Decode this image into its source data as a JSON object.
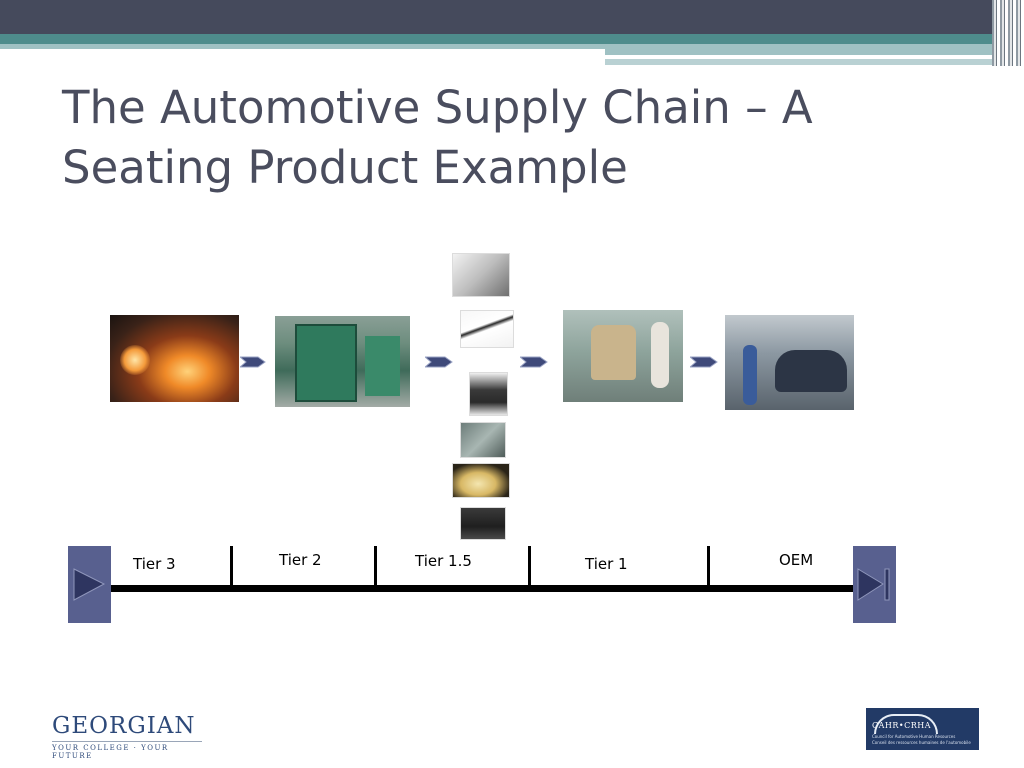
{
  "title": {
    "line1": "The Automotive Supply Chain – A",
    "line2": "Seating Product Example"
  },
  "timeline": {
    "tiers": [
      "Tier 3",
      "Tier 2",
      "Tier 1.5",
      "Tier 1",
      "OEM"
    ],
    "previous_icon": "play-triangle-icon",
    "next_icon": "skip-to-end-icon"
  },
  "images": {
    "tier3": "steel-mill-photo",
    "tier2": "stamping-press-photo",
    "tier1_5_parts": [
      "seat-adjuster-parts-photo",
      "seat-track-rail-photo",
      "seat-frame-bracket-photo",
      "seat-mechanism-photo",
      "seat-foam-cushion-photo",
      "seat-cover-fabric-photo"
    ],
    "tier1": "seat-assembly-line-photo",
    "oem": "vehicle-assembly-plant-photo"
  },
  "footer": {
    "georgian_logo": "GEORGIAN",
    "georgian_tagline": "YOUR COLLEGE · YOUR FUTURE",
    "cahr_logo": "CAHR•CRHA",
    "cahr_line1": "Council for Automotive Human Resources",
    "cahr_line2": "Conseil des ressources humaines de l'automobile"
  },
  "colors": {
    "header_dark": "#454a5c",
    "header_teal": "#4e8c8c",
    "title_text": "#4a4d5e",
    "nav_button": "#58608f",
    "arrow_fill": "#3f4a7a"
  }
}
